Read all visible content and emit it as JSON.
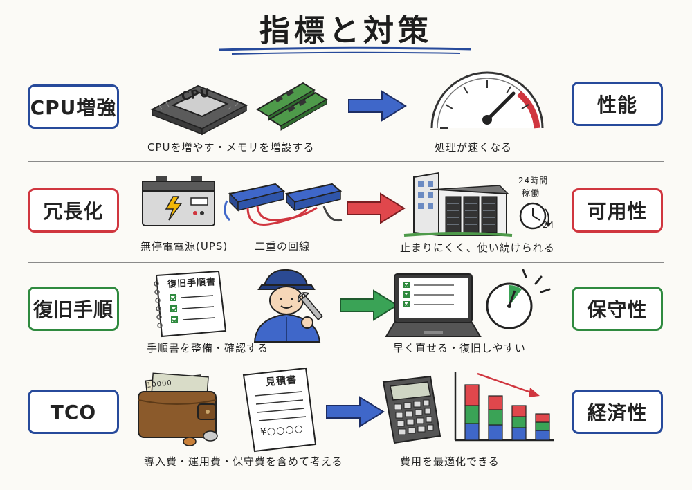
{
  "title": "指標と対策",
  "colors": {
    "blue": "#274a9b",
    "red": "#d0363f",
    "green": "#2f8a3f",
    "arrow_blue": "#3f67c9",
    "arrow_red": "#e0474c",
    "arrow_green": "#3aa356"
  },
  "rows": [
    {
      "left_label": "CPU増強",
      "right_label": "性能",
      "caption_left": "CPUを増やす・メモリを増設する",
      "caption_right": "処理が速くなる",
      "chip_label": "CPU",
      "color": "blue"
    },
    {
      "left_label": "冗長化",
      "right_label": "可用性",
      "caption_left_a": "無停電電源(UPS)",
      "caption_left_b": "二重の回線",
      "caption_right": "止まりにくく、使い続けられる",
      "clock_label_1": "24時間",
      "clock_label_2": "稼働",
      "clock_number": "24",
      "color": "red"
    },
    {
      "left_label": "復旧手順",
      "right_label": "保守性",
      "caption_left": "手順書を整備・確認する",
      "caption_right": "早く直せる・復旧しやすい",
      "notebook_title": "復旧手順書",
      "color": "green"
    },
    {
      "left_label": "TCO",
      "right_label": "経済性",
      "caption_left": "導入費・運用費・保守費を含めて考える",
      "caption_right": "費用を最適化できる",
      "quote_title": "見積書",
      "quote_amount": "¥○○○○",
      "bill_text": "10000",
      "color": "blue"
    }
  ]
}
